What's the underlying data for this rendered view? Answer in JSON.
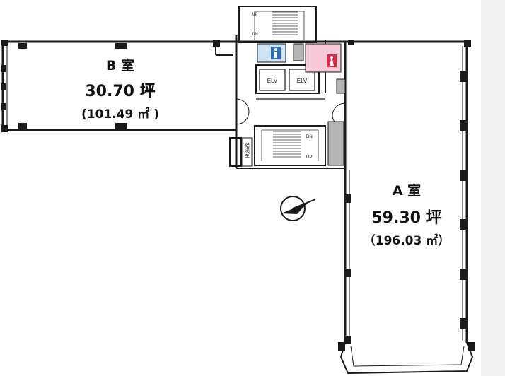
{
  "room_b": {
    "name": "B 室",
    "area_tsubo": "30.70 坪",
    "area_sqm": "(101.49 ㎡ )"
  },
  "room_a": {
    "name": "A 室",
    "area_tsubo": "59.30 坪",
    "area_sqm": "（196.03 ㎡）"
  },
  "core": {
    "elevator_1": "ELV",
    "elevator_2": "ELV",
    "stair_top_up": "UP",
    "stair_top_dn": "DN",
    "stair_bottom_dn": "DN",
    "stair_bottom_up": "UP",
    "closet_label": "給湯室"
  },
  "colors": {
    "wall": "#1a1a1a",
    "restroom_male": "#cfe3f5",
    "restroom_female": "#f7c9d8",
    "core_grey": "#b5b5b5"
  }
}
